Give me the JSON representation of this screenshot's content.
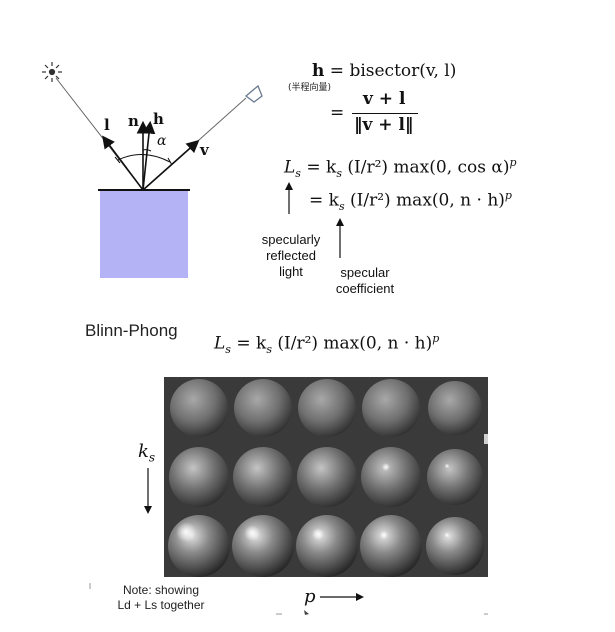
{
  "diagram": {
    "vector_labels": {
      "l": "l",
      "n": "n",
      "h": "h",
      "alpha": "α",
      "v": "v"
    }
  },
  "eq_h": {
    "lhs": "h",
    "eq": "=",
    "rhs": "bisector(v, l)",
    "note": "(半程向量)",
    "frac_num": "v + l",
    "frac_den": "‖v + l‖"
  },
  "eq_ls": {
    "lhs": "L",
    "lhs_sub": "s",
    "line1_rhs": "= k",
    "line1_sub": "s",
    "line1_rest": " (I/r²) max(0, cos α)",
    "line1_sup": "p",
    "line2_rhs": "= k",
    "line2_sub": "s",
    "line2_rest": " (I/r²) max(0, n · h)",
    "line2_sup": "p"
  },
  "annotations": {
    "reflected": [
      "specularly",
      "reflected",
      "light"
    ],
    "coefficient": [
      "specular",
      "coefficient"
    ]
  },
  "blinn": {
    "title": "Blinn-Phong",
    "lhs": "L",
    "lhs_sub": "s",
    "rhs": " = k",
    "rhs_sub": "s",
    "rhs_rest": " (I/r²) max(0, n · h)",
    "rhs_sup": "p"
  },
  "spheres": {
    "ks_label": "k",
    "ks_sub": "s",
    "p_label": "p",
    "rows": 3,
    "cols": 5
  },
  "note": [
    "Note: showing",
    "Ld + Ls together"
  ],
  "colors": {
    "surface": "#b3b3f5",
    "background": "#ffffff",
    "photo_bg": "#3a3a3a"
  }
}
